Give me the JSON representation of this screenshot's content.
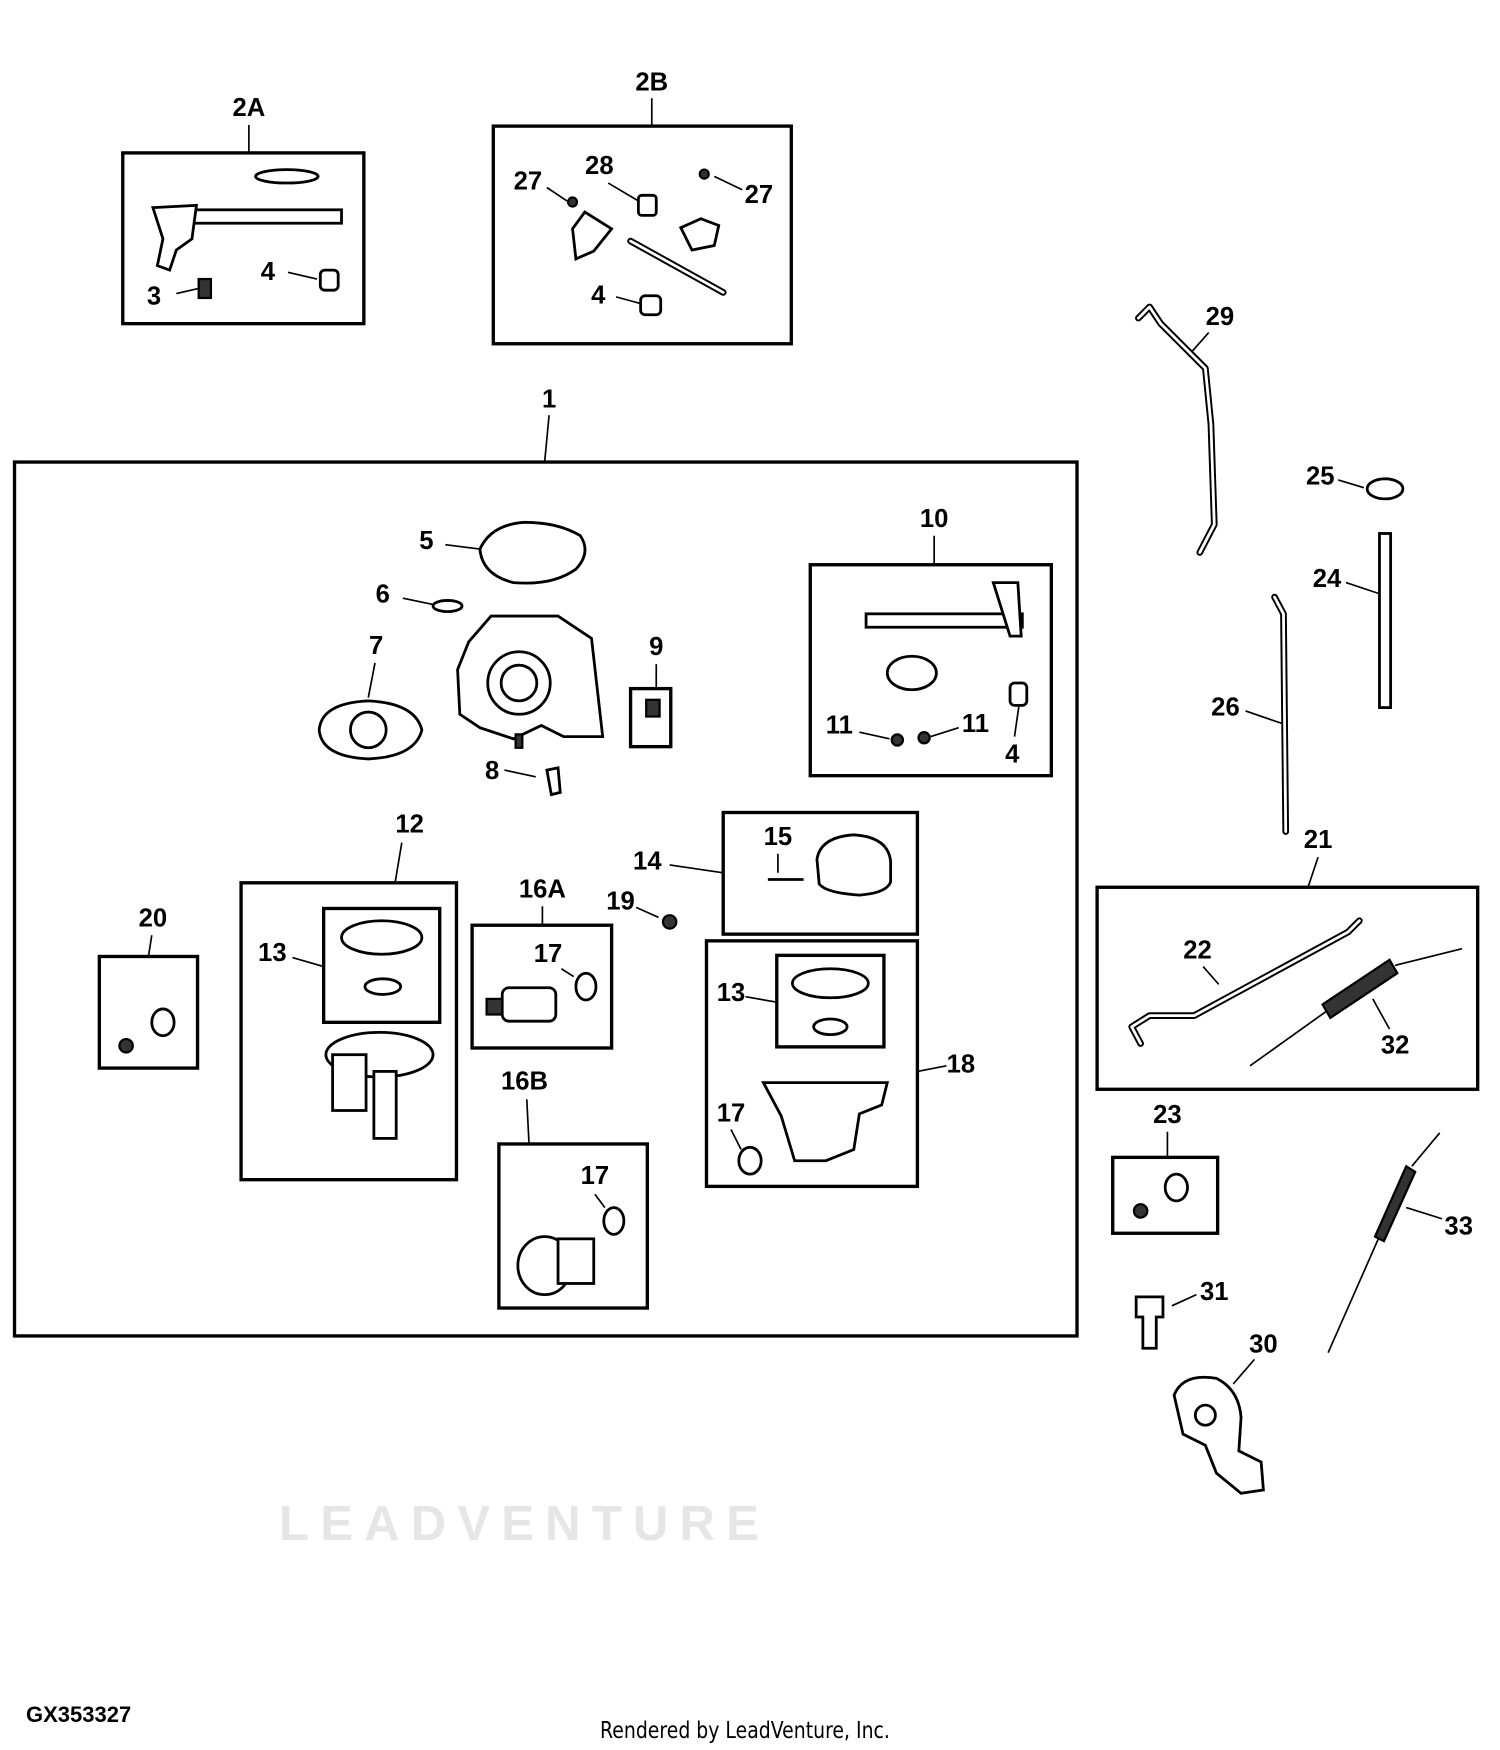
{
  "diagram": {
    "figure_id": "GX353327",
    "footer": "Rendered by LeadVenture, Inc.",
    "watermark": "LEADVENTURE",
    "callouts": [
      "2A",
      "2B",
      "1",
      "10",
      "9",
      "14",
      "12",
      "16A",
      "20",
      "18",
      "16B",
      "21",
      "23",
      "3",
      "4",
      "27",
      "28",
      "27",
      "4",
      "29",
      "25",
      "24",
      "26",
      "5",
      "6",
      "7",
      "8",
      "11",
      "11",
      "4",
      "15",
      "19",
      "13",
      "17",
      "13",
      "17",
      "17",
      "22",
      "32",
      "33",
      "31",
      "30"
    ]
  }
}
